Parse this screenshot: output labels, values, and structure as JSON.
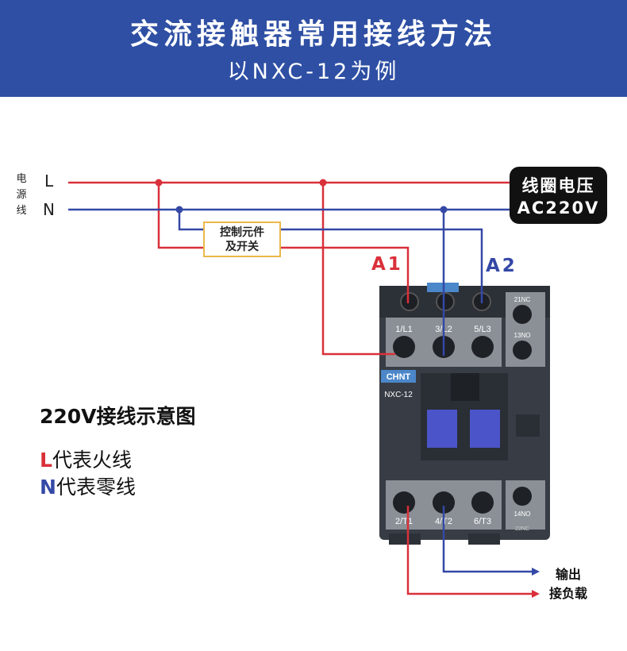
{
  "header": {
    "title": "交流接触器常用接线方法",
    "subtitle": "以NXC-12为例"
  },
  "power": {
    "label": "电源线",
    "live": "L",
    "neutral": "N"
  },
  "coil_voltage": {
    "line1": "线圈电压",
    "line2": "AC220V"
  },
  "control_switch": {
    "line1": "控制元件",
    "line2": "及开关"
  },
  "terminals": {
    "a1": "A1",
    "a2": "A2",
    "top": [
      "1/L1",
      "3/L2",
      "5/L3"
    ],
    "top_aux": [
      "21NC",
      "13NO"
    ],
    "bottom": [
      "2/T1",
      "4/T2",
      "6/T3"
    ],
    "bottom_aux": [
      "14NO",
      "22NC"
    ]
  },
  "device": {
    "brand": "CHNT",
    "model": "NXC-12"
  },
  "legend": {
    "title": "220V接线示意图",
    "live_key": "L",
    "live_text": "代表火线",
    "neutral_key": "N",
    "neutral_text": "代表零线"
  },
  "output": {
    "line1": "输出",
    "line2": "接负载"
  },
  "colors": {
    "banner": "#2e4fa3",
    "live_wire": "#d9303a",
    "neutral_wire": "#3448a6",
    "device_body": "#383d45",
    "terminal_block": "#8a9096",
    "contact_blue": "#4b55c9"
  }
}
